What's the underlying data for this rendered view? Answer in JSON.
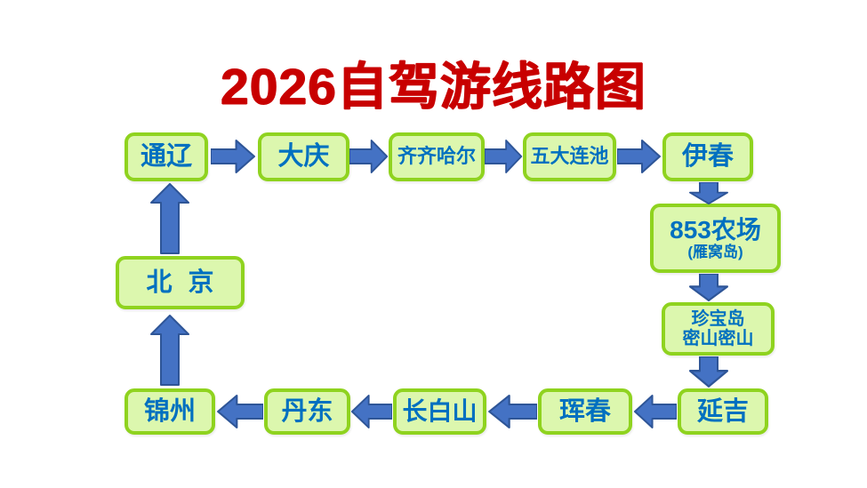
{
  "title": "2026自驾游线路图",
  "colors": {
    "title_red": "#C80000",
    "box_fill": "#DCF7AE",
    "box_border": "#8FD31F",
    "text_blue": "#0070C0",
    "arrow_fill": "#4472C4",
    "arrow_border": "#2E5597"
  },
  "nodes": [
    {
      "id": "tongliao",
      "label": "通辽"
    },
    {
      "id": "daqing",
      "label": "大庆"
    },
    {
      "id": "qiqihaer",
      "label": "齐齐哈尔"
    },
    {
      "id": "wudalianchi",
      "label": "五大连池"
    },
    {
      "id": "yichun",
      "label": "伊春"
    },
    {
      "id": "farm-853",
      "label": "853农场",
      "sublabel": "(雁窝岛)"
    },
    {
      "id": "zhenbaodao-mishan",
      "label": "珍宝岛",
      "sublabel": "密山密山"
    },
    {
      "id": "yanji",
      "label": "延吉"
    },
    {
      "id": "hunchun",
      "label": "珲春"
    },
    {
      "id": "changbaishan",
      "label": "长白山"
    },
    {
      "id": "dandong",
      "label": "丹东"
    },
    {
      "id": "jinzhou",
      "label": "锦州"
    },
    {
      "id": "beijing",
      "label": "北 京"
    }
  ],
  "arrows": [
    {
      "from": "通辽",
      "to": "大庆",
      "direction": "right"
    },
    {
      "from": "大庆",
      "to": "齐齐哈尔",
      "direction": "right"
    },
    {
      "from": "齐齐哈尔",
      "to": "五大连池",
      "direction": "right"
    },
    {
      "from": "五大连池",
      "to": "伊春",
      "direction": "right"
    },
    {
      "from": "伊春",
      "to": "853农场(雁窝岛)",
      "direction": "down"
    },
    {
      "from": "853农场(雁窝岛)",
      "to": "珍宝岛密山密山",
      "direction": "down"
    },
    {
      "from": "珍宝岛密山密山",
      "to": "延吉",
      "direction": "down"
    },
    {
      "from": "延吉",
      "to": "珲春",
      "direction": "left"
    },
    {
      "from": "珲春",
      "to": "长白山",
      "direction": "left"
    },
    {
      "from": "长白山",
      "to": "丹东",
      "direction": "left"
    },
    {
      "from": "丹东",
      "to": "锦州",
      "direction": "left"
    },
    {
      "from": "锦州",
      "to": "北京",
      "direction": "up"
    },
    {
      "from": "北京",
      "to": "通辽",
      "direction": "up"
    }
  ]
}
